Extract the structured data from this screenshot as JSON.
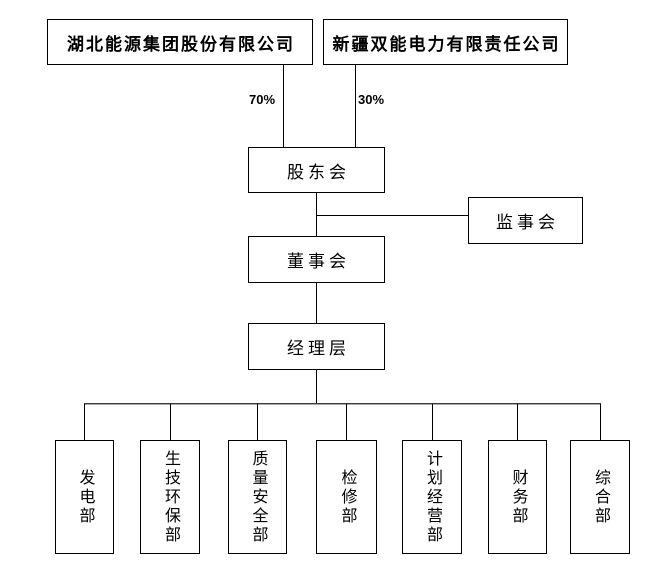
{
  "org_chart": {
    "parents": [
      {
        "label": "湖北能源集团股份有限公司",
        "share": "70%"
      },
      {
        "label": "新疆双能电力有限责任公司",
        "share": "30%"
      }
    ],
    "nodes": {
      "shareholders": "股东会",
      "supervisors": "监事会",
      "directors": "董事会",
      "management": "经理层"
    },
    "departments": [
      "发电部",
      "生技环保部",
      "质量安全部",
      "检修部",
      "计划经营部",
      "财务部",
      "综合部"
    ]
  }
}
